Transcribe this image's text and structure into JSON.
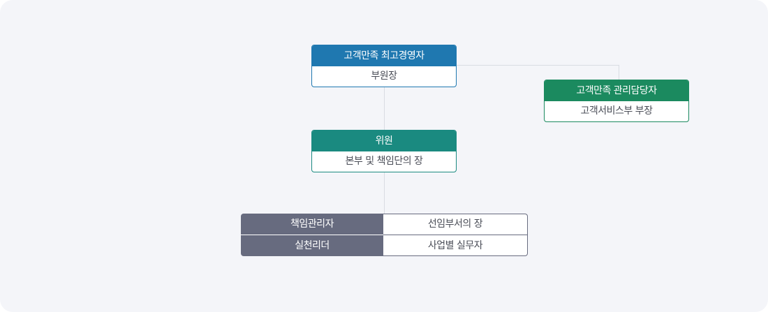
{
  "diagram": {
    "type": "org-chart",
    "nodes": {
      "ceo": {
        "title": "고객만족 최고경영자",
        "role": "부원장",
        "color": "#1f78b0"
      },
      "manager": {
        "title": "고객만족 관리담당자",
        "role": "고객서비스부 부장",
        "color": "#1b8a5f"
      },
      "member": {
        "title": "위원",
        "role": "본부 및 책임단의 장",
        "color": "#1a8a80"
      }
    },
    "table": {
      "header_color": "#676b7f",
      "rows": [
        {
          "label": "책임관리자",
          "value": "선임부서의 장"
        },
        {
          "label": "실천리더",
          "value": "사업별 실무자"
        }
      ]
    },
    "connectors": [
      {
        "from": "ceo",
        "to": "manager"
      },
      {
        "from": "ceo",
        "to": "member"
      },
      {
        "from": "member",
        "to": "table"
      }
    ]
  }
}
